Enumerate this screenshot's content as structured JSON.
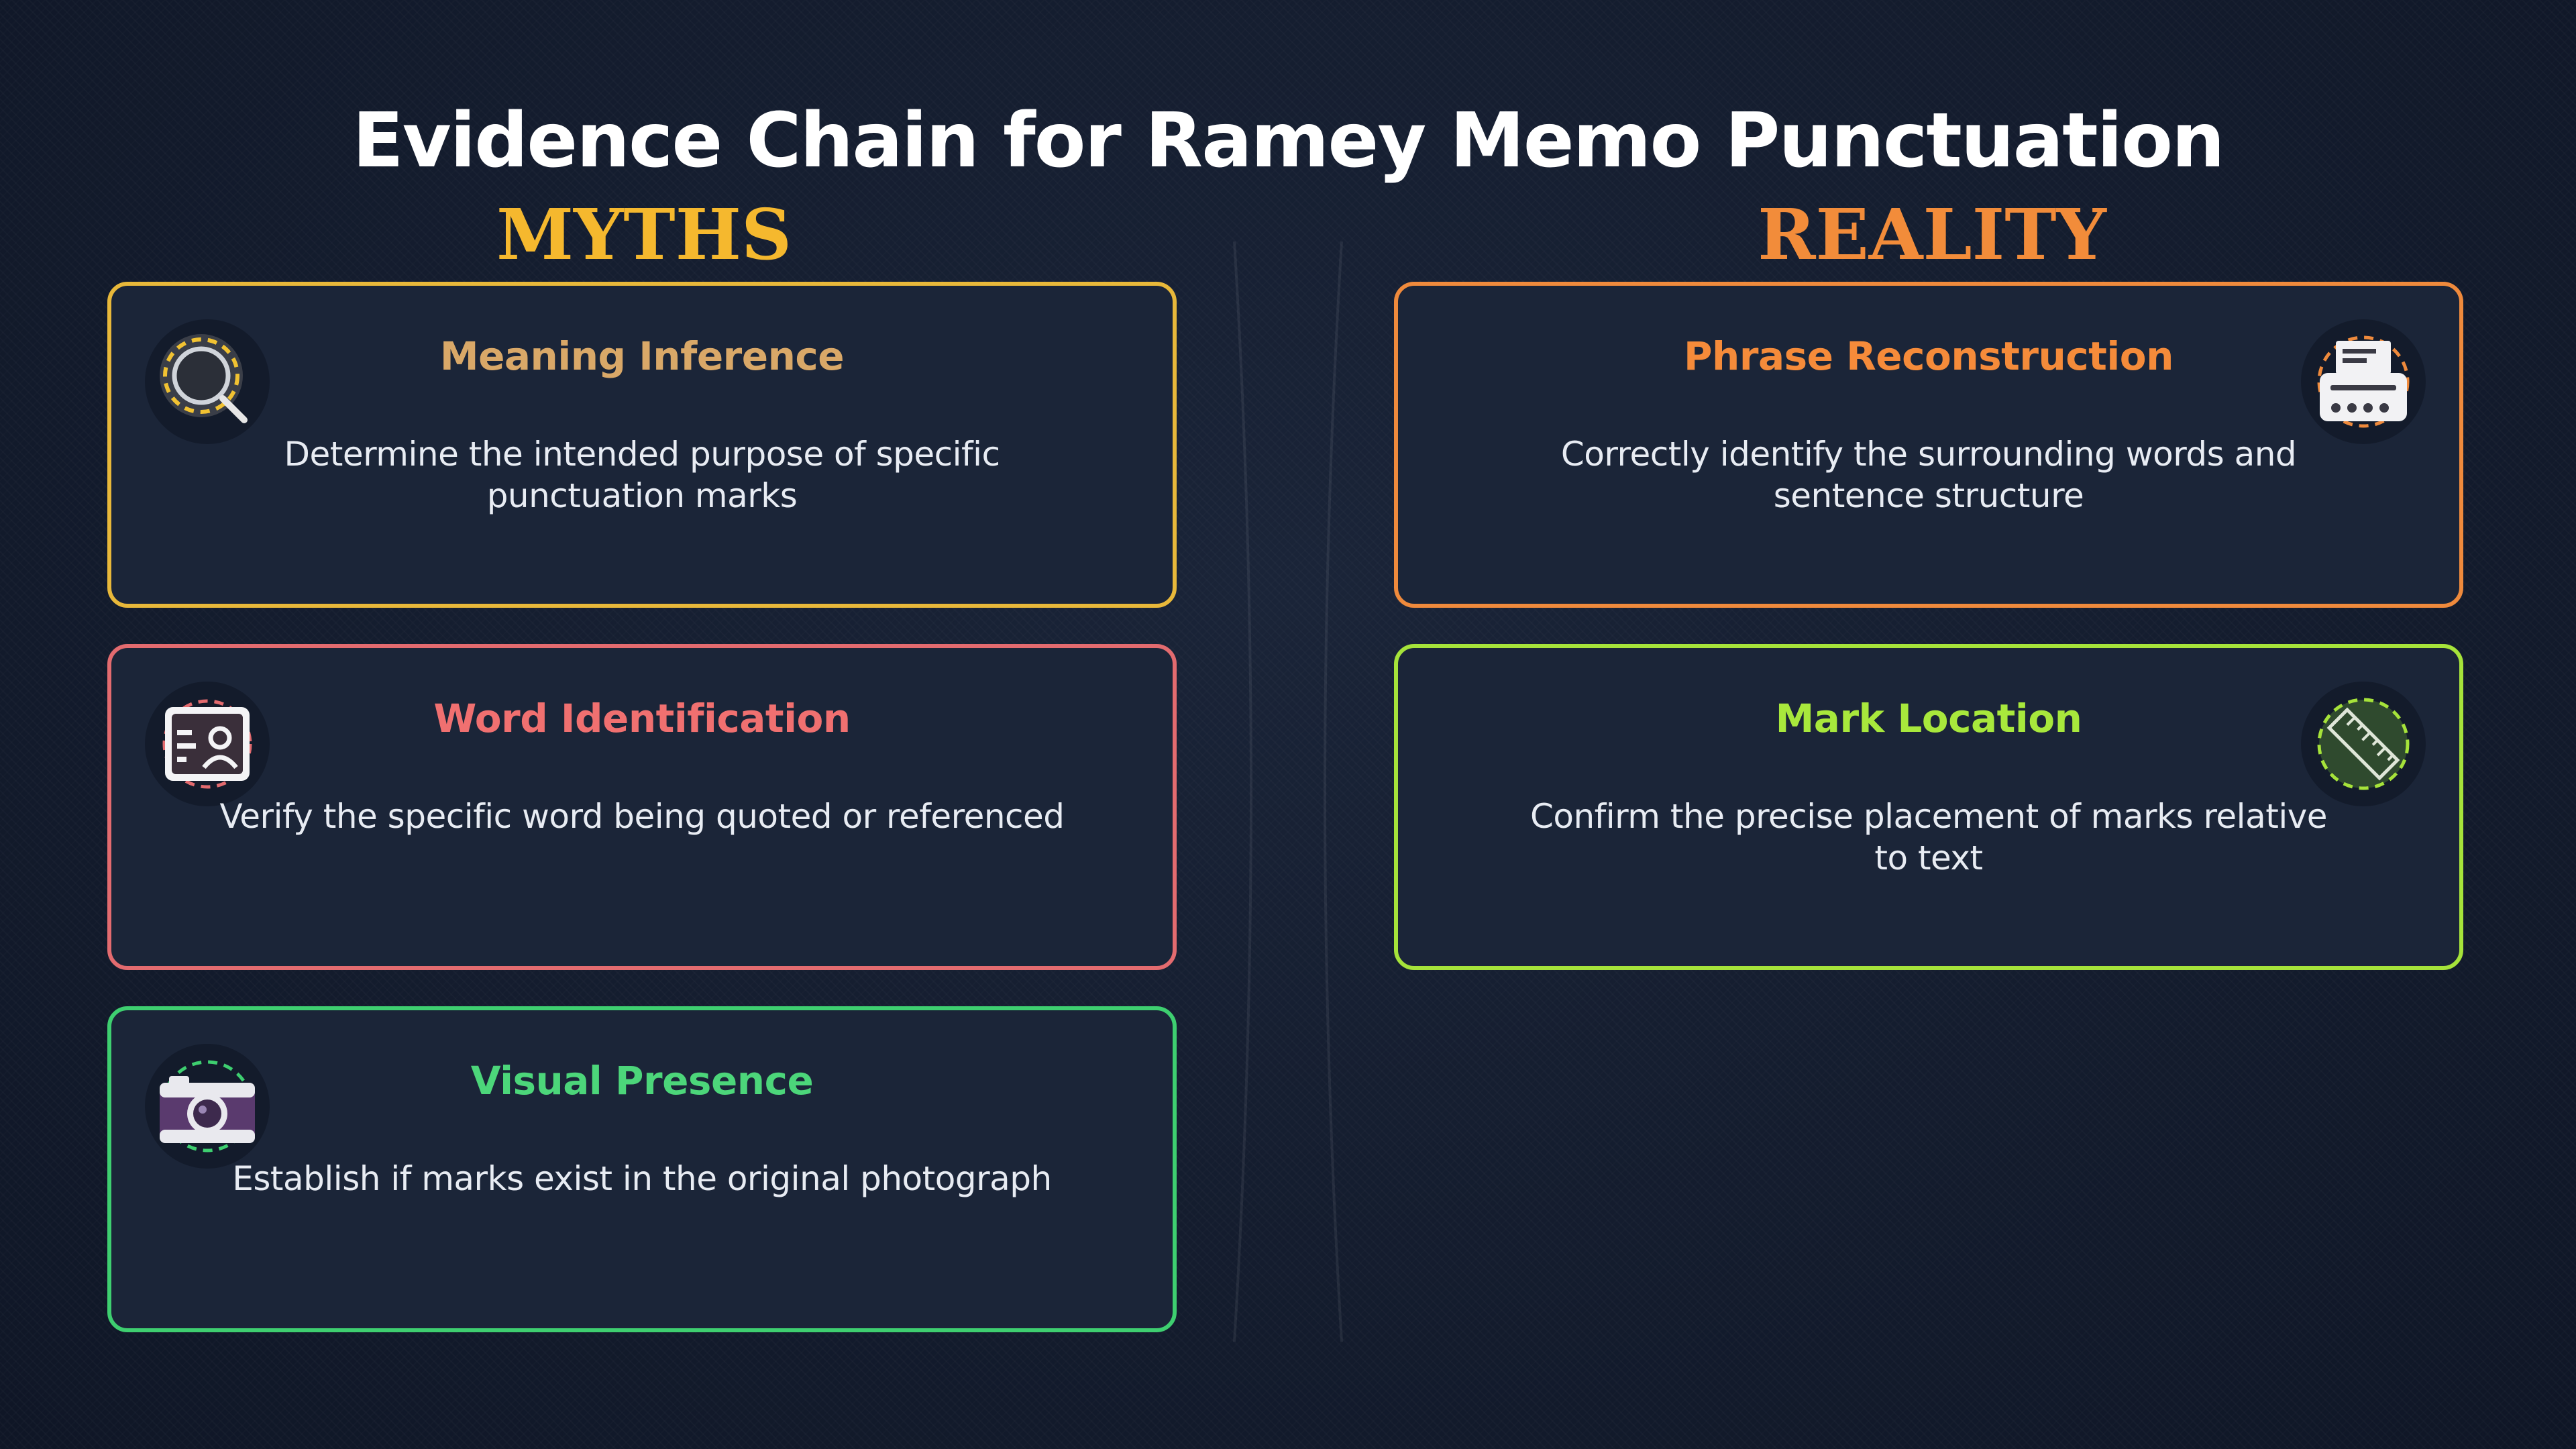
{
  "title": "Evidence Chain for Ramey Memo Punctuation",
  "columns": {
    "myths": {
      "heading": "MYTHS",
      "color": "#f5b82e"
    },
    "reality": {
      "heading": "REALITY",
      "color": "#f28c3a"
    }
  },
  "myths": [
    {
      "title": "Meaning Inference",
      "description": "Determine the intended purpose of specific punctuation marks",
      "icon": "magnifier-icon",
      "border_color": "#e8b83a",
      "title_color": "#d9a868"
    },
    {
      "title": "Word Identification",
      "description": "Verify the specific word being quoted or referenced",
      "icon": "id-card-icon",
      "border_color": "#e36b6f",
      "title_color": "#f07070"
    },
    {
      "title": "Visual Presence",
      "description": "Establish if marks exist in the original photograph",
      "icon": "camera-icon",
      "border_color": "#3ecf70",
      "title_color": "#4cd67a"
    }
  ],
  "reality": [
    {
      "title": "Phrase Reconstruction",
      "description": "Correctly identify the surrounding words and sentence structure",
      "icon": "typewriter-icon",
      "border_color": "#ef8a3c",
      "title_color": "#f58b3a"
    },
    {
      "title": "Mark Location",
      "description": "Confirm the precise placement of marks relative to text",
      "icon": "ruler-icon",
      "border_color": "#a6e33a",
      "title_color": "#a8e83c"
    }
  ]
}
